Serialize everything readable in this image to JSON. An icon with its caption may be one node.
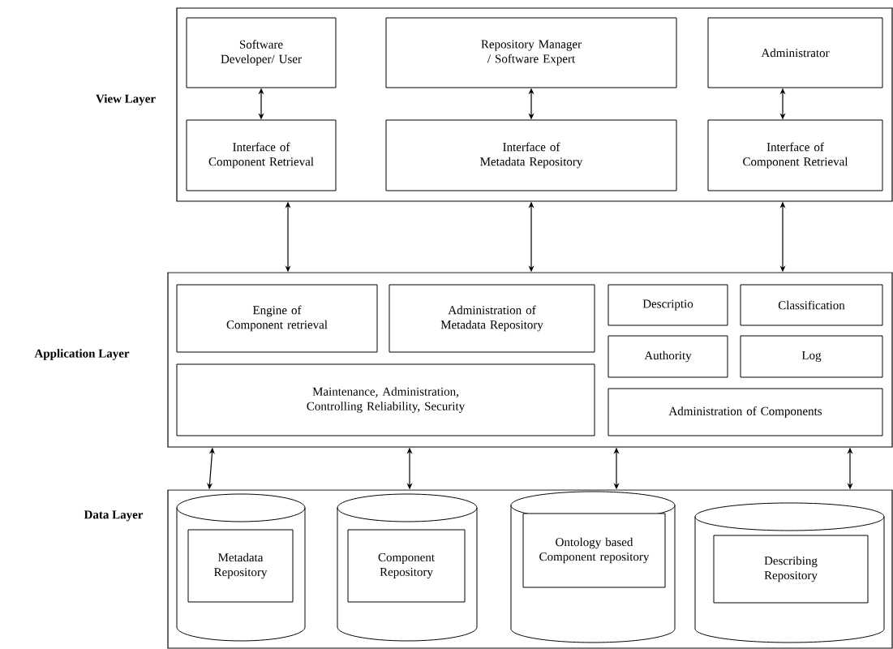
{
  "diagram": {
    "nodes": [
      {
        "text": [
          "View Layer"
        ]
      },
      {
        "text": [
          "Software Developer/ User"
        ],
        "in": 0
      },
      {
        "text": [
          "Repository Manager / Software Expert"
        ],
        "in": 0
      },
      {
        "text": [
          "Administrator"
        ],
        "in": 0
      },
      {
        "text": [
          "Interface of Component Retrieval"
        ],
        "in": 0
      },
      {
        "text": [
          "Interface of Metadata Repository"
        ],
        "in": 0
      },
      {
        "text": [
          "Interface of Component Retrieval"
        ],
        "in": 0
      },
      {
        "text": [
          "Application Layer"
        ]
      },
      {
        "text": [
          "Engine of Component retrieval"
        ],
        "in": 7
      },
      {
        "text": [
          "Administration of Metadata Repository"
        ],
        "in": 7
      },
      {
        "text": [
          "Descriptio"
        ],
        "in": 7
      },
      {
        "text": [
          "Classification"
        ],
        "in": 7
      },
      {
        "text": [
          "Authority"
        ],
        "in": 7
      },
      {
        "text": [
          "Log"
        ],
        "in": 7
      },
      {
        "text": [
          "Maintenance, Administration, Controlling Reliability, Security"
        ],
        "in": 7
      },
      {
        "text": [
          "Administration of Components"
        ],
        "in": 7
      },
      {
        "text": [
          "Data Layer"
        ]
      },
      {
        "text": [],
        "shape": "cylinder",
        "in": 16
      },
      {
        "text": [
          "Metadata Repository"
        ],
        "in": 17
      },
      {
        "text": [],
        "shape": "cylinder",
        "in": 16
      },
      {
        "text": [
          "Component Repository"
        ],
        "in": 19
      },
      {
        "text": [],
        "shape": "cylinder",
        "in": 16
      },
      {
        "text": [
          "Ontology based Component repository"
        ],
        "in": 21
      },
      {
        "text": [],
        "shape": "cylinder",
        "in": 16
      },
      {
        "text": [
          "Describing Repository"
        ],
        "in": 23
      }
    ],
    "edges": [
      {
        "from": 1,
        "to": 4,
        "arrow": "both"
      },
      {
        "from": 2,
        "to": 5,
        "arrow": "both"
      },
      {
        "from": 3,
        "to": 6,
        "arrow": "both"
      },
      {
        "from": 0,
        "to": 7,
        "arrow": "both"
      },
      {
        "from": 0,
        "to": 7,
        "arrow": "both"
      },
      {
        "from": 0,
        "to": 7,
        "arrow": "both"
      },
      {
        "from": 7,
        "to": 16,
        "arrow": "both"
      },
      {
        "from": 7,
        "to": 16,
        "arrow": "both"
      },
      {
        "from": 7,
        "to": 16,
        "arrow": "both"
      },
      {
        "from": 7,
        "to": 16,
        "arrow": "both"
      }
    ]
  }
}
